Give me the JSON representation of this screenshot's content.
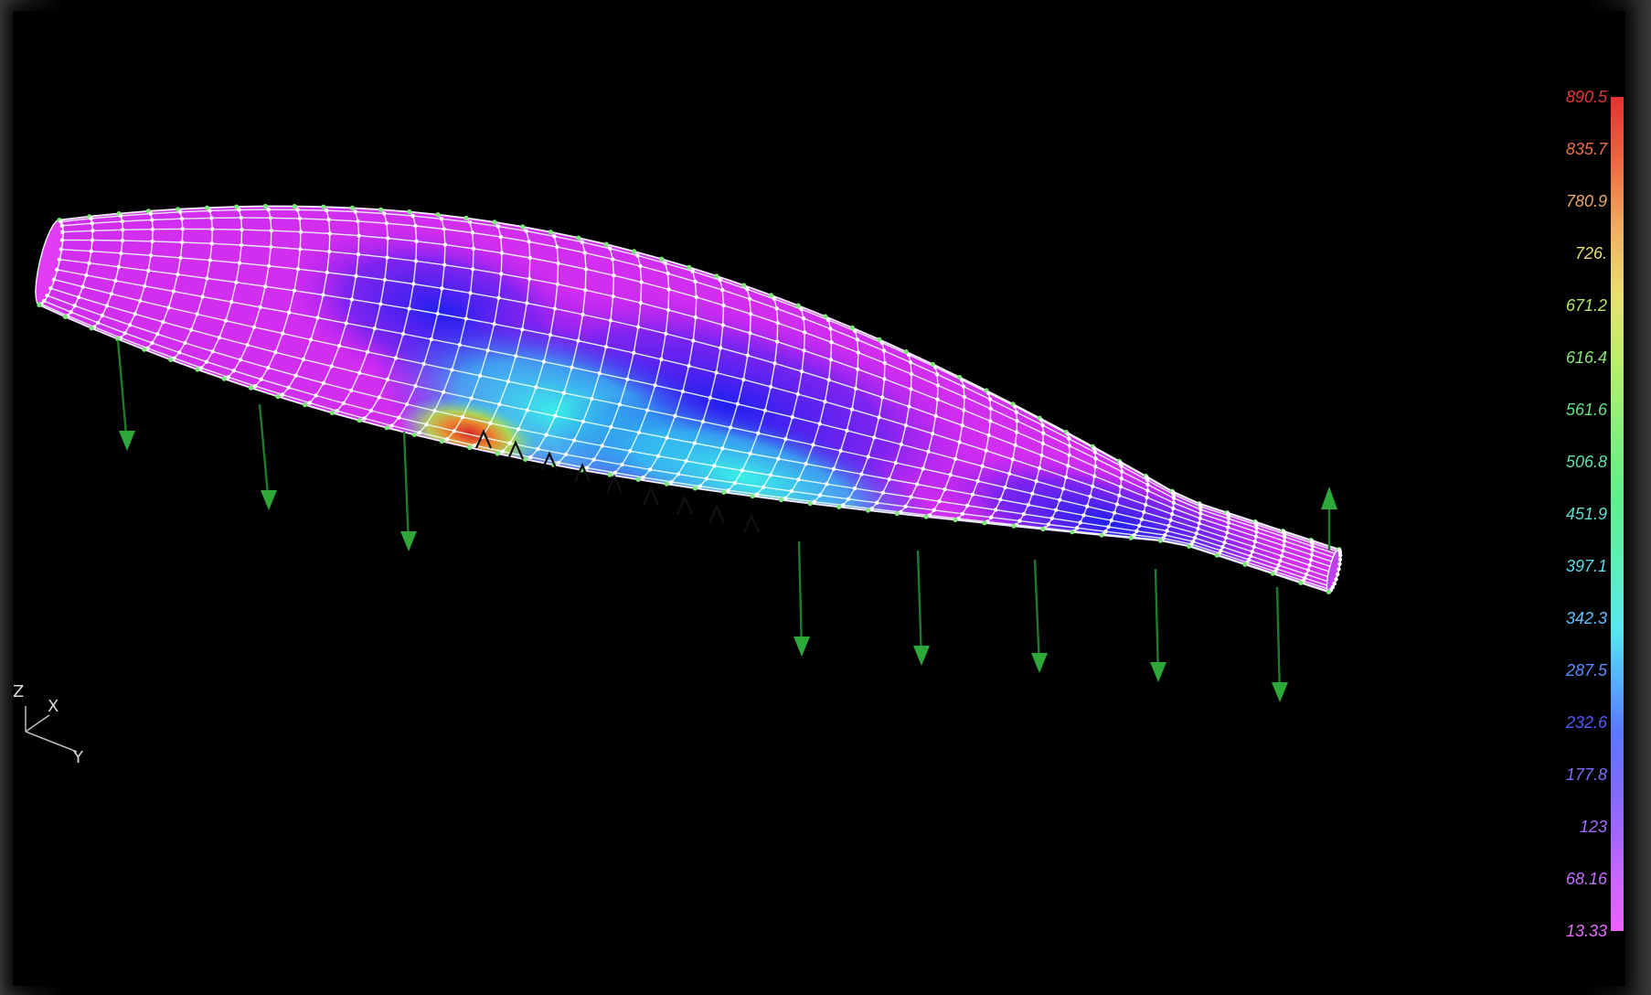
{
  "legend": {
    "values": [
      "890.5",
      "835.7",
      "780.9",
      "726.",
      "671.2",
      "616.4",
      "561.6",
      "506.8",
      "451.9",
      "397.1",
      "342.3",
      "287.5",
      "232.6",
      "177.8",
      "123",
      "68.16",
      "13.33"
    ],
    "colors": [
      "#e83838",
      "#e8704a",
      "#eaa866",
      "#e6dc78",
      "#b4e66a",
      "#8ae47a",
      "#66e07e",
      "#62e0a8",
      "#5edccc",
      "#62d8ea",
      "#60c0ff",
      "#5a8cff",
      "#4f5cff",
      "#7c6cff",
      "#a66cff",
      "#c86cff",
      "#e86cff"
    ]
  },
  "axes": {
    "z": "Z",
    "x": "X",
    "y": "Y"
  },
  "colors": {
    "mesh_line": "#e8fff0",
    "node": "#7ee87a",
    "load_arrow": "#1f7a2a",
    "support": "#111111"
  }
}
